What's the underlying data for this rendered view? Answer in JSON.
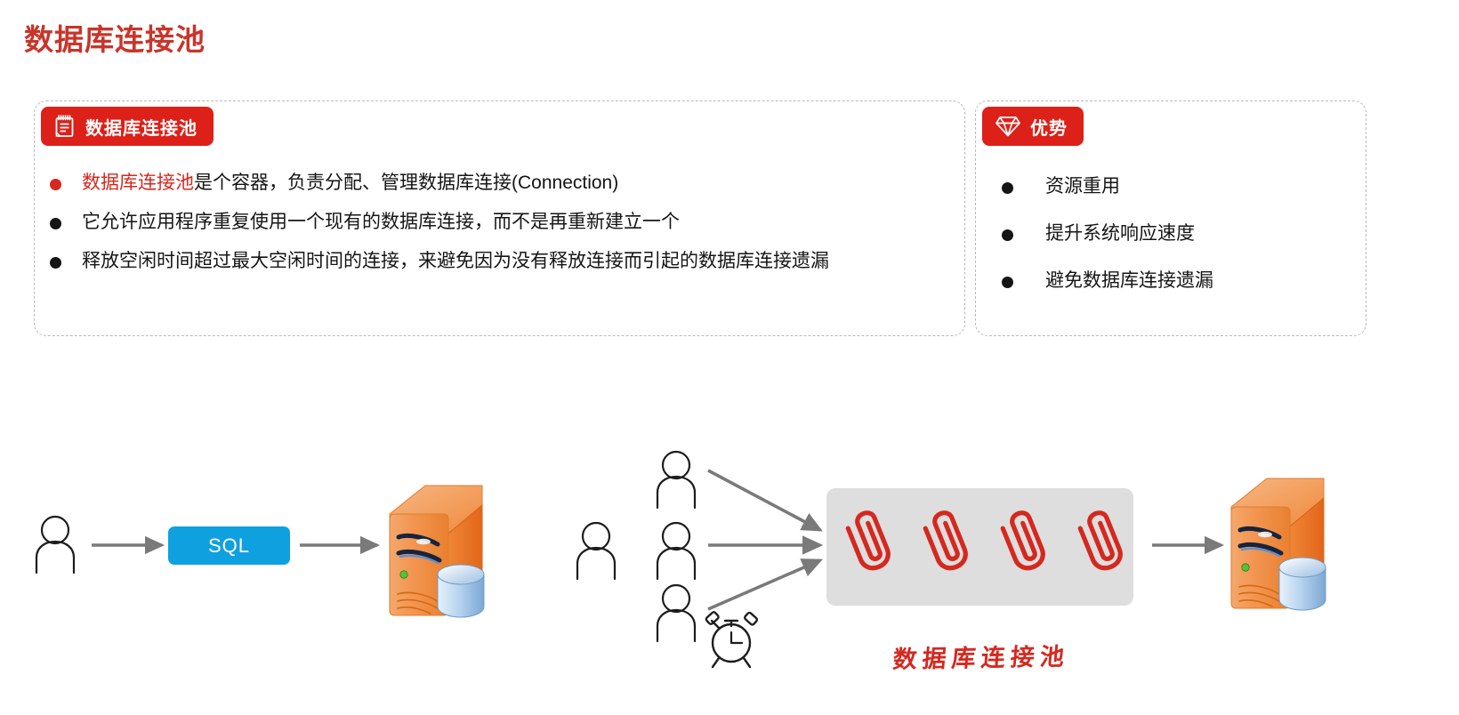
{
  "page": {
    "title": "数据库连接池"
  },
  "left_panel": {
    "badge": {
      "label": "数据库连接池",
      "icon": "notepad-icon",
      "color": "#dd2018"
    },
    "bullets": [
      {
        "highlight": "数据库连接池",
        "rest": "是个容器，负责分配、管理数据库连接(Connection)",
        "dot_color": "#d5281f"
      },
      {
        "highlight": "",
        "rest": "它允许应用程序重复使用一个现有的数据库连接，而不是再重新建立一个",
        "dot_color": "#151515"
      },
      {
        "highlight": "",
        "rest": "释放空闲时间超过最大空闲时间的连接，来避免因为没有释放连接而引起的数据库连接遗漏",
        "dot_color": "#151515"
      }
    ]
  },
  "right_panel": {
    "badge": {
      "label": "优势",
      "icon": "diamond-icon",
      "color": "#dd2018"
    },
    "bullets": [
      {
        "text": "资源重用"
      },
      {
        "text": "提升系统响应速度"
      },
      {
        "text": "避免数据库连接遗漏"
      }
    ]
  },
  "diagram": {
    "sql_box": {
      "label": "SQL",
      "color": "#0fa0e0"
    },
    "pool_box": {
      "color": "#dedede",
      "clip_count": 4,
      "clip_color": "#d5281f"
    },
    "pool_label": "数据库连接池",
    "left_actor_count": 1,
    "right_actor_count": 4,
    "servers": [
      {
        "name": "database-server-left"
      },
      {
        "name": "database-server-right"
      }
    ],
    "clock_icon": "alarm-clock-icon",
    "arrow_color": "#7a7a7a"
  }
}
